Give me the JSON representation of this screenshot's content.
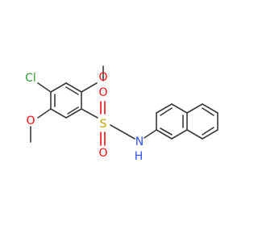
{
  "molecule": {
    "colors": {
      "carbon_bond": "#3a3a3a",
      "chlorine": "#2fa02f",
      "oxygen": "#ff0d0d",
      "sulfur": "#c8a400",
      "nitrogen": "#3050f8"
    },
    "labels": {
      "cl": "Cl",
      "o_methoxy_top": "O",
      "o_methoxy_bottom": "O",
      "s": "S",
      "o_sulfonyl_top": "O",
      "o_sulfonyl_bottom": "O",
      "n": "N",
      "h": "H"
    }
  }
}
